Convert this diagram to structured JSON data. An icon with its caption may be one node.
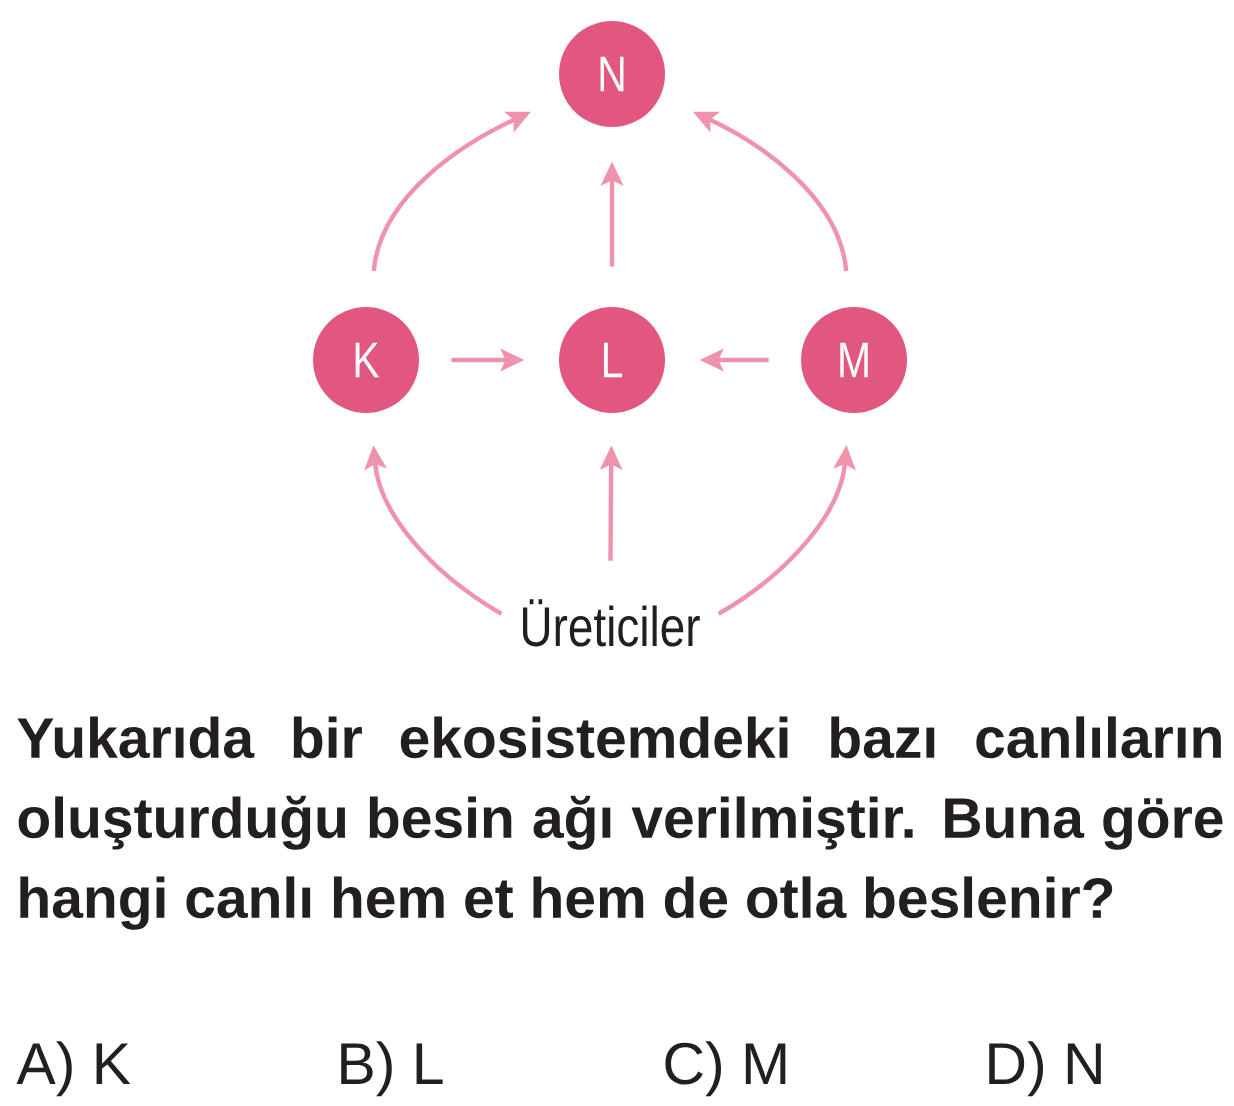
{
  "diagram": {
    "nodes": [
      {
        "text": [
          "N"
        ]
      },
      {
        "text": [
          "K"
        ]
      },
      {
        "text": [
          "L"
        ]
      },
      {
        "text": [
          "M"
        ]
      },
      {
        "text": [
          "Üreticiler"
        ]
      }
    ],
    "edges": [
      {
        "from": 1,
        "to": 0,
        "arrow": "to"
      },
      {
        "from": 2,
        "to": 0,
        "arrow": "to"
      },
      {
        "from": 3,
        "to": 0,
        "arrow": "to"
      },
      {
        "from": 1,
        "to": 2,
        "arrow": "to"
      },
      {
        "from": 3,
        "to": 2,
        "arrow": "to"
      },
      {
        "from": 4,
        "to": 1,
        "arrow": "to"
      },
      {
        "from": 4,
        "to": 2,
        "arrow": "to"
      },
      {
        "from": 4,
        "to": 3,
        "arrow": "to"
      }
    ],
    "labels": [
      "Yukarıda bir ekosistemdeki bazı canlıların oluşturduğu besin ağı verilmiştir. Buna göre hangi canlı hem et hem de otla beslenir?",
      "A) K",
      "B) L",
      "C) M",
      "D) N"
    ]
  }
}
